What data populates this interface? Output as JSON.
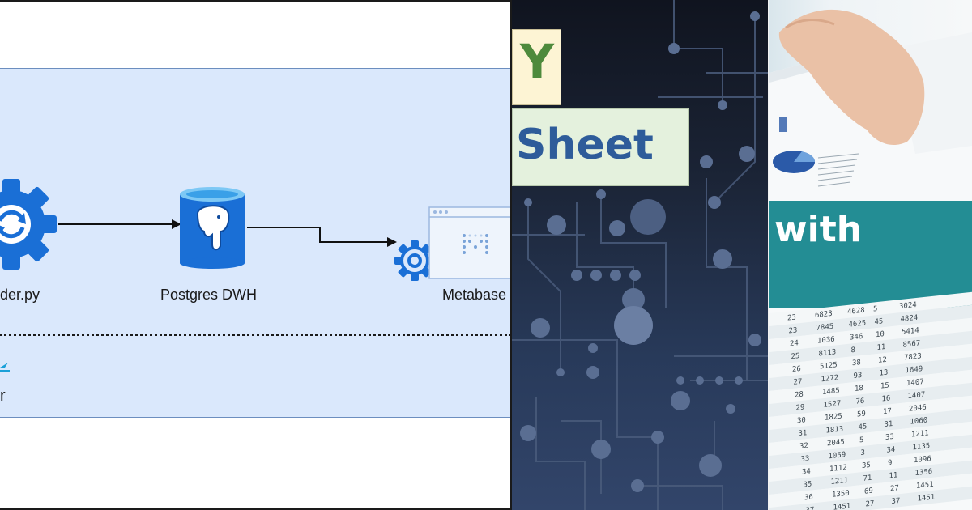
{
  "diagram": {
    "nodes": [
      {
        "label": "der.py",
        "icon": "gear-sync-icon"
      },
      {
        "label": "Postgres DWH",
        "icon": "postgres-elephant-icon"
      },
      {
        "label": "Metabase",
        "icon": "metabase-icon"
      }
    ],
    "partial_label": "r",
    "colors": {
      "group_fill": "#dae8fc",
      "group_stroke": "#6c8ebf",
      "icon_blue": "#1a6fd6"
    }
  },
  "circuit_panel": {
    "title_line1": "Y",
    "title_line2": "Sheet",
    "colors": {
      "line1": "#4e8a3c",
      "line2": "#2e5c9a"
    }
  },
  "photo_panel": {
    "banner_text": "with",
    "banner_color": "#12848c",
    "table_rows": [
      [
        "23",
        "6823",
        "4628",
        "5",
        "3024"
      ],
      [
        "23",
        "7845",
        "4625",
        "45",
        "4824"
      ],
      [
        "24",
        "1036",
        "346",
        "10",
        "5414"
      ],
      [
        "25",
        "8113",
        "8",
        "11",
        "8567"
      ],
      [
        "26",
        "5125",
        "38",
        "12",
        "7823"
      ],
      [
        "27",
        "1272",
        "93",
        "13",
        "1649"
      ],
      [
        "28",
        "1485",
        "18",
        "15",
        "1407"
      ],
      [
        "29",
        "1527",
        "76",
        "16",
        "1407"
      ],
      [
        "30",
        "1825",
        "59",
        "17",
        "2046"
      ],
      [
        "31",
        "1813",
        "45",
        "31",
        "1060"
      ],
      [
        "32",
        "2045",
        "5",
        "33",
        "1211"
      ],
      [
        "33",
        "1059",
        "3",
        "34",
        "1135"
      ],
      [
        "34",
        "1112",
        "35",
        "9",
        "1096"
      ],
      [
        "35",
        "1211",
        "71",
        "11",
        "1356"
      ],
      [
        "36",
        "1350",
        "69",
        "27",
        "1451"
      ],
      [
        "37",
        "1451",
        "27",
        "37",
        "1451"
      ]
    ]
  }
}
